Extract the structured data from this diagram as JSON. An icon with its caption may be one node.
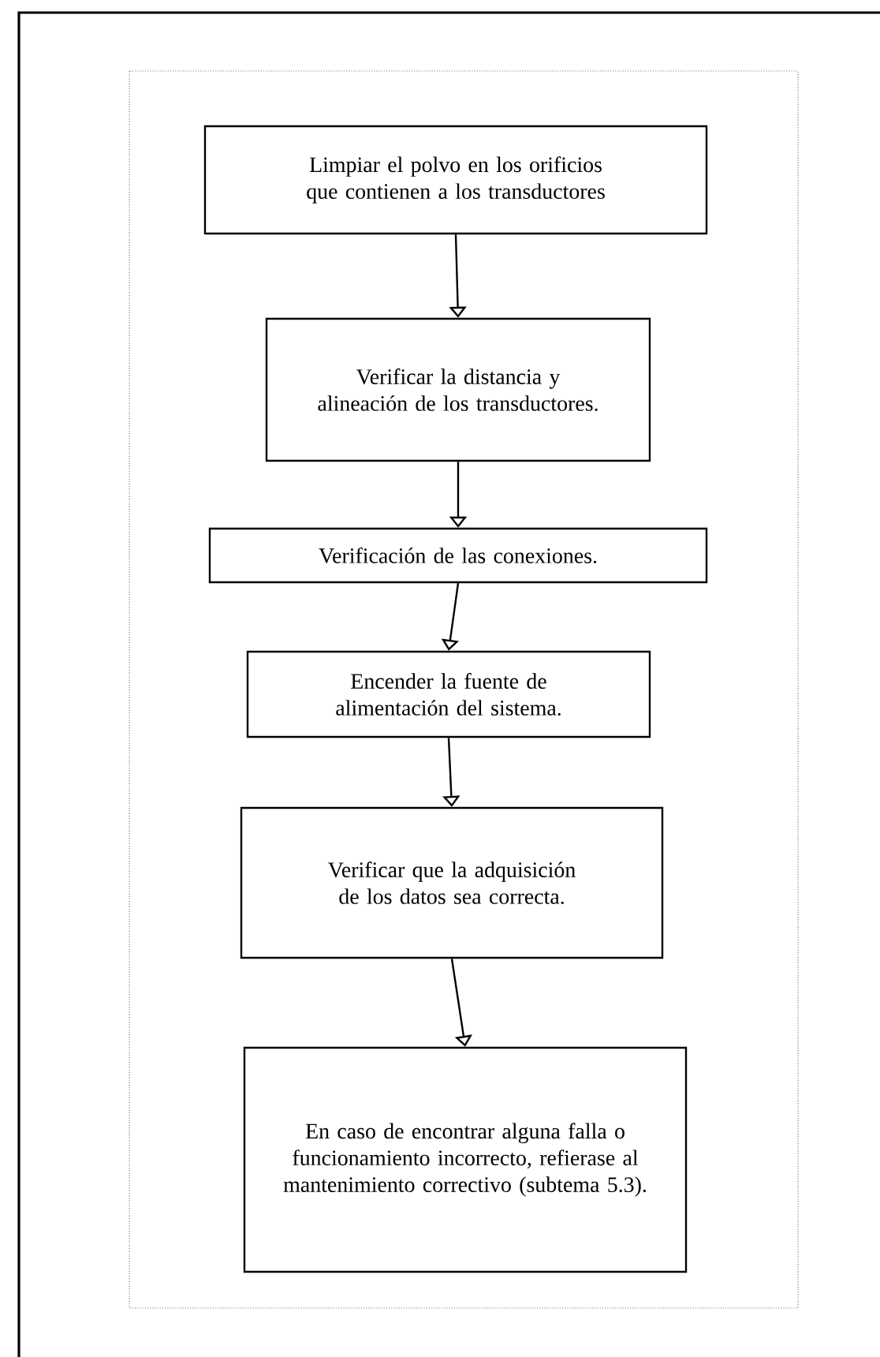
{
  "diagram": {
    "nodes": [
      {
        "text": [
          "Limpiar el polvo en los orificios que contienen a los transductores"
        ]
      },
      {
        "text": [
          "Verificar la distancia y alineación de los transductores."
        ]
      },
      {
        "text": [
          "Verificación de las conexiones."
        ]
      },
      {
        "text": [
          "Encender la fuente de alimentación del sistema."
        ]
      },
      {
        "text": [
          "Verificar que la adquisición de los datos sea correcta."
        ]
      },
      {
        "text": [
          "En caso de encontrar alguna falla o funcionamiento incorrecto, refierase al mantenimiento correctivo (subtema 5.3)."
        ]
      }
    ],
    "edges": [
      {
        "from": 0,
        "to": 1,
        "arrow": "to"
      },
      {
        "from": 1,
        "to": 2,
        "arrow": "to"
      },
      {
        "from": 2,
        "to": 3,
        "arrow": "to"
      },
      {
        "from": 3,
        "to": 4,
        "arrow": "to"
      },
      {
        "from": 4,
        "to": 5,
        "arrow": "to"
      }
    ]
  }
}
